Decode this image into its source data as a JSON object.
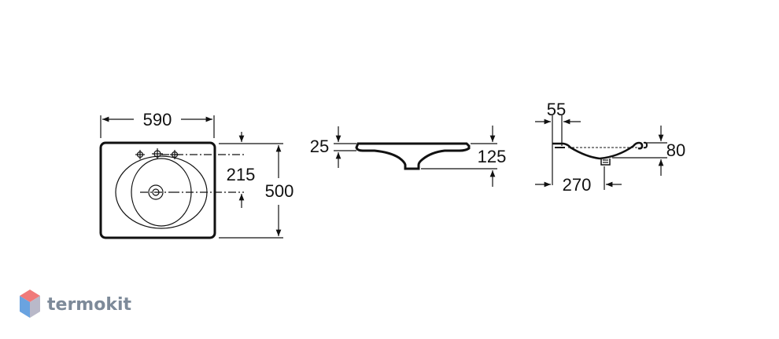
{
  "dimensions": {
    "top_width": "590",
    "top_height": "500",
    "top_drain_offset": "215",
    "front_rim": "25",
    "front_depth": "125",
    "side_overhang": "55",
    "side_depth": "80",
    "side_drain": "270"
  },
  "watermark": {
    "text": "termokit",
    "colors": {
      "top": "#f07a7a",
      "left": "#6aa3e0",
      "right": "#b9b9c9"
    }
  }
}
